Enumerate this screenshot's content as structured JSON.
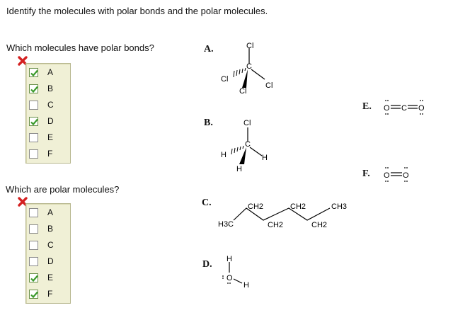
{
  "instruction": "Identify the molecules with polar bonds and the polar molecules.",
  "q1": {
    "prompt": "Which molecules have polar bonds?",
    "options": [
      {
        "label": "A",
        "checked": true
      },
      {
        "label": "B",
        "checked": true
      },
      {
        "label": "C",
        "checked": false
      },
      {
        "label": "D",
        "checked": true
      },
      {
        "label": "E",
        "checked": false
      },
      {
        "label": "F",
        "checked": false
      }
    ]
  },
  "q2": {
    "prompt": "Which are polar molecules?",
    "options": [
      {
        "label": "A",
        "checked": false
      },
      {
        "label": "B",
        "checked": false
      },
      {
        "label": "C",
        "checked": false
      },
      {
        "label": "D",
        "checked": false
      },
      {
        "label": "E",
        "checked": true
      },
      {
        "label": "F",
        "checked": true
      }
    ]
  },
  "molecules": {
    "A": {
      "letter": "A.",
      "center": "C",
      "atoms": [
        "Cl",
        "Cl",
        "Cl",
        "Cl"
      ]
    },
    "B": {
      "letter": "B.",
      "center": "C",
      "atoms": [
        "Cl",
        "H",
        "H",
        "H"
      ]
    },
    "C": {
      "letter": "C.",
      "groups": [
        "H3C",
        "CH2",
        "CH2",
        "CH2",
        "CH2",
        "CH3"
      ]
    },
    "D": {
      "letter": "D.",
      "atoms": [
        "H",
        "O",
        "H"
      ]
    },
    "E": {
      "letter": "E.",
      "atoms": [
        "O",
        "C",
        "O"
      ]
    },
    "F": {
      "letter": "F.",
      "atoms": [
        "O",
        "O"
      ]
    }
  },
  "colors": {
    "checkbox_bg": "#f0f0d6",
    "check": "#3a9a2a",
    "wrong": "#d42020"
  }
}
